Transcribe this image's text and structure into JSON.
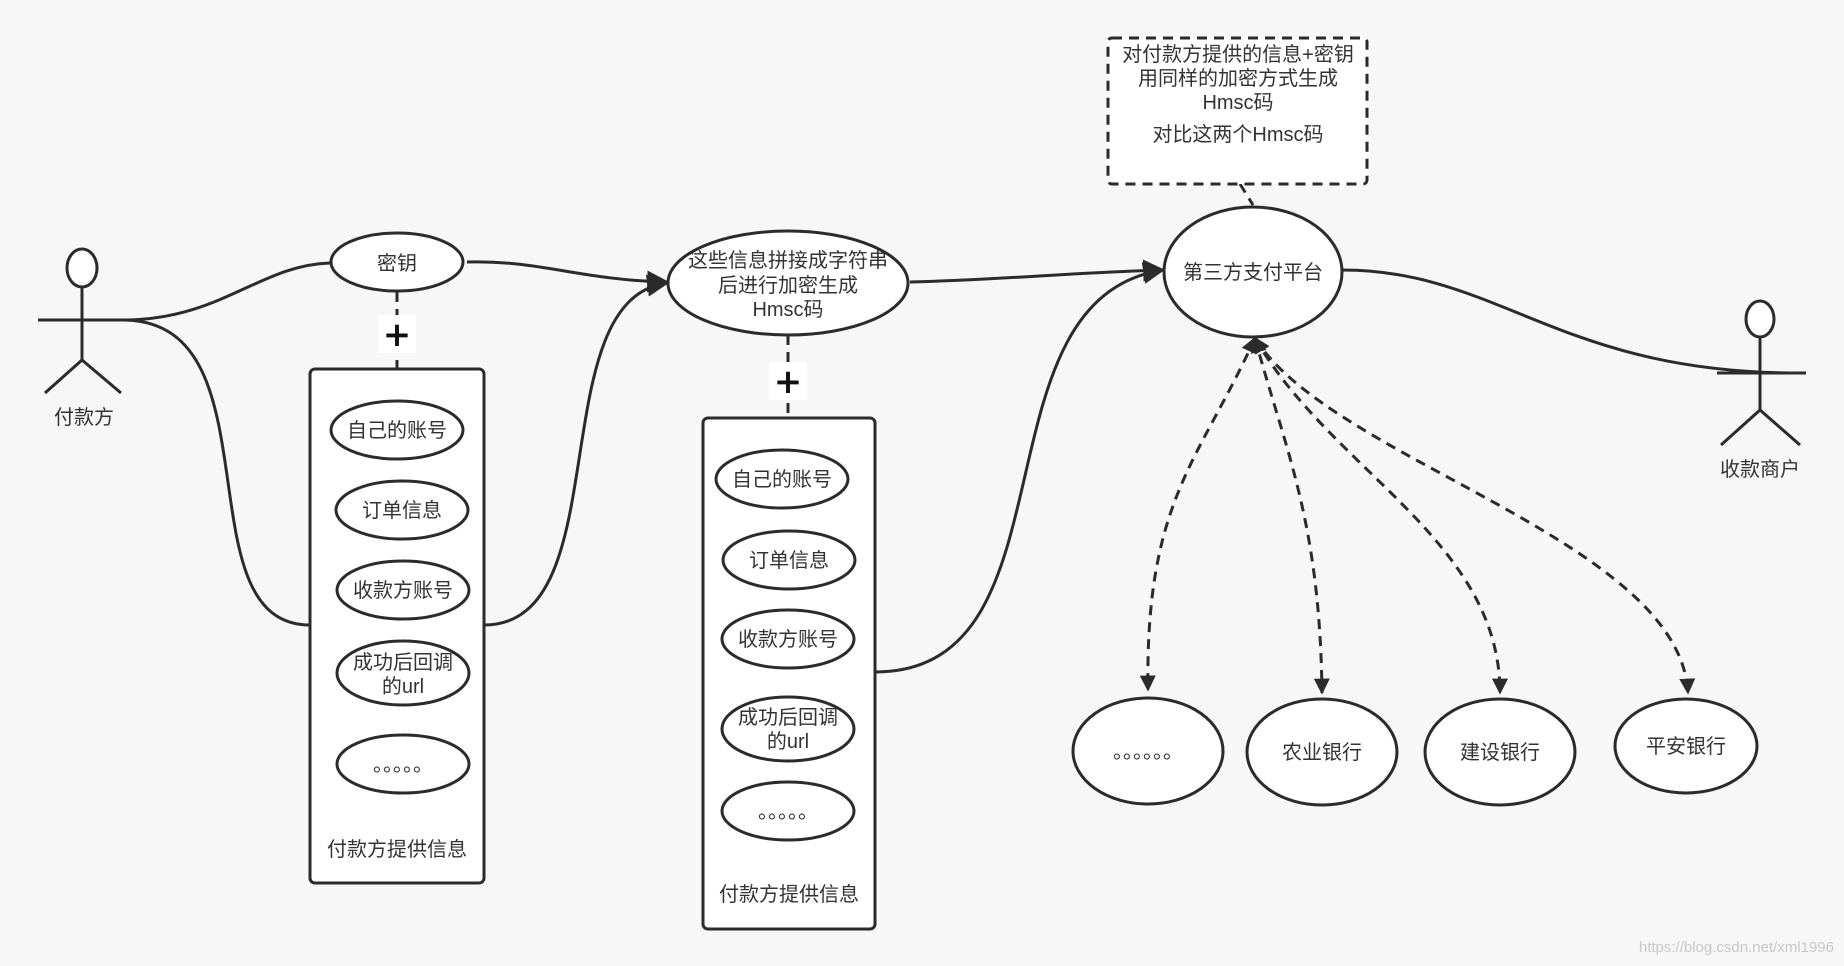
{
  "actors": {
    "payer": "付款方",
    "merchant": "收款商户"
  },
  "nodes": {
    "secret_key": "密钥",
    "hmsc_gen": [
      "这些信息拼接成字符串",
      "后进行加密生成",
      "Hmsc码"
    ],
    "platform": "第三方支付平台",
    "note": [
      "对付款方提供的信息+密钥",
      "用同样的加密方式生成",
      "Hmsc码",
      "对比这两个Hmsc码"
    ],
    "plus": "+"
  },
  "info_boxes": [
    {
      "items": [
        [
          "自己的账号"
        ],
        [
          "订单信息"
        ],
        [
          "收款方账号"
        ],
        [
          "成功后回调",
          "的url"
        ],
        [
          "。。。。。"
        ]
      ],
      "caption": "付款方提供信息"
    },
    {
      "items": [
        [
          "自己的账号"
        ],
        [
          "订单信息"
        ],
        [
          "收款方账号"
        ],
        [
          "成功后回调",
          "的url"
        ],
        [
          "。。。。。"
        ]
      ],
      "caption": "付款方提供信息"
    }
  ],
  "banks": [
    "。。。。。。",
    "农业银行",
    "建设银行",
    "平安银行"
  ],
  "watermark": "https://blog.csdn.net/xml1996"
}
